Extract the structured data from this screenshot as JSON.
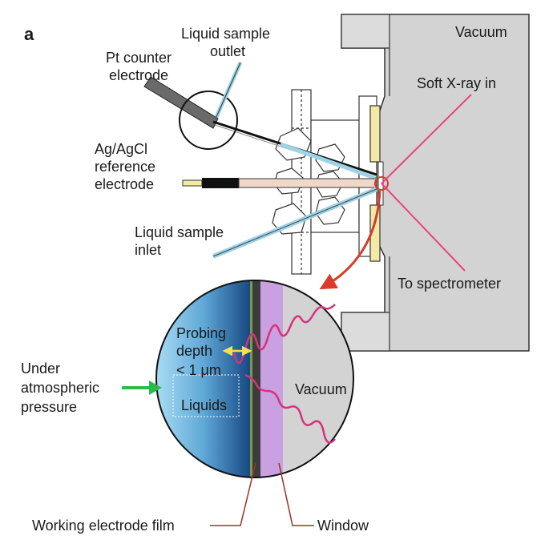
{
  "panel_letter": "a",
  "labels": {
    "vacuum_top": "Vacuum",
    "xray_in": "Soft X-ray in",
    "to_spectrometer": "To spectrometer",
    "liquid_outlet": [
      "Liquid sample",
      "outlet"
    ],
    "pt_counter": [
      "Pt counter",
      "electrode"
    ],
    "ag_agcl": [
      "Ag/AgCl",
      "reference",
      "electrode"
    ],
    "liquid_inlet": [
      "Liquid sample",
      "inlet"
    ],
    "under_atm": [
      "Under",
      "atmospheric",
      "pressure"
    ],
    "probing_depth": [
      "Probing",
      "depth",
      "< 1 μm"
    ],
    "liquids": "Liquids",
    "vacuum_circle": "Vacuum",
    "working_electrode": "Working electrode film",
    "window": "Window"
  },
  "colors": {
    "chamber_gray": "#d3d3d3",
    "xray_pink": "#e8467a",
    "wave_magenta": "#d6337c",
    "red_arrow": "#d93a2b",
    "green_arrow": "#2eb84a",
    "yellow_arrow": "#f0e05a",
    "window_purple": "#c9a0e0",
    "electrode_dark": "#3c3c3c",
    "liquid_light": "#a8d8f0",
    "liquid_dark": "#1a5a9a"
  }
}
